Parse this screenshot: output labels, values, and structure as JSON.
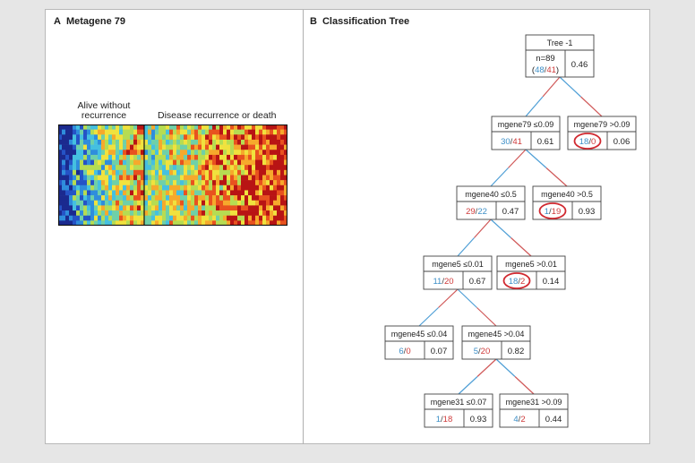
{
  "panel_a": {
    "letter": "A",
    "title": "Metagene 79",
    "group_left_line1": "Alive without",
    "group_left_line2": "recurrence",
    "group_right": "Disease recurrence or death"
  },
  "panel_b": {
    "letter": "B",
    "title": "Classification Tree"
  },
  "colors": {
    "blue": "#3d8fc7",
    "red": "#cf3a3a",
    "circle": "#d0282f",
    "edge_blue": "#4f9fd6",
    "edge_red": "#d05858"
  },
  "tree": {
    "nodes": [
      {
        "id": "root",
        "title": "Tree -1",
        "prefix": "n=89",
        "blue": "48",
        "red": "41",
        "first": "blue",
        "prob": "0.46",
        "circled": false
      },
      {
        "id": "n1",
        "title": "mgene79 ≤0.09",
        "blue": "30",
        "red": "41",
        "first": "blue",
        "prob": "0.61",
        "circled": false
      },
      {
        "id": "n2",
        "title": "mgene79 >0.09",
        "blue": "18",
        "red": "0",
        "first": "blue",
        "prob": "0.06",
        "circled": true
      },
      {
        "id": "n3",
        "title": "mgene40 ≤0.5",
        "blue": "22",
        "red": "29",
        "first": "red",
        "prob": "0.47",
        "circled": false
      },
      {
        "id": "n4",
        "title": "mgene40 >0.5",
        "blue": "1",
        "red": "19",
        "first": "blue",
        "prob": "0.93",
        "circled": true
      },
      {
        "id": "n5",
        "title": "mgene5 ≤0.01",
        "blue": "11",
        "red": "20",
        "first": "blue",
        "prob": "0.67",
        "circled": false
      },
      {
        "id": "n6",
        "title": "mgene5 >0.01",
        "blue": "18",
        "red": "2",
        "first": "blue",
        "prob": "0.14",
        "circled": true
      },
      {
        "id": "n7",
        "title": "mgene45 ≤0.04",
        "blue": "6",
        "red": "0",
        "first": "blue",
        "prob": "0.07",
        "circled": false
      },
      {
        "id": "n8",
        "title": "mgene45 >0.04",
        "blue": "5",
        "red": "20",
        "first": "blue",
        "prob": "0.82",
        "circled": false
      },
      {
        "id": "n9",
        "title": "mgene31 ≤0.07",
        "blue": "1",
        "red": "18",
        "first": "blue",
        "prob": "0.93",
        "circled": false
      },
      {
        "id": "n10",
        "title": "mgene31 >0.09",
        "blue": "4",
        "red": "2",
        "first": "blue",
        "prob": "0.44",
        "circled": false
      }
    ],
    "edges": [
      {
        "from": "root",
        "to": "n1"
      },
      {
        "from": "root",
        "to": "n2"
      },
      {
        "from": "n1",
        "to": "n3"
      },
      {
        "from": "n1",
        "to": "n4"
      },
      {
        "from": "n3",
        "to": "n5"
      },
      {
        "from": "n3",
        "to": "n6"
      },
      {
        "from": "n5",
        "to": "n7"
      },
      {
        "from": "n5",
        "to": "n8"
      },
      {
        "from": "n8",
        "to": "n9"
      },
      {
        "from": "n8",
        "to": "n10"
      }
    ]
  }
}
